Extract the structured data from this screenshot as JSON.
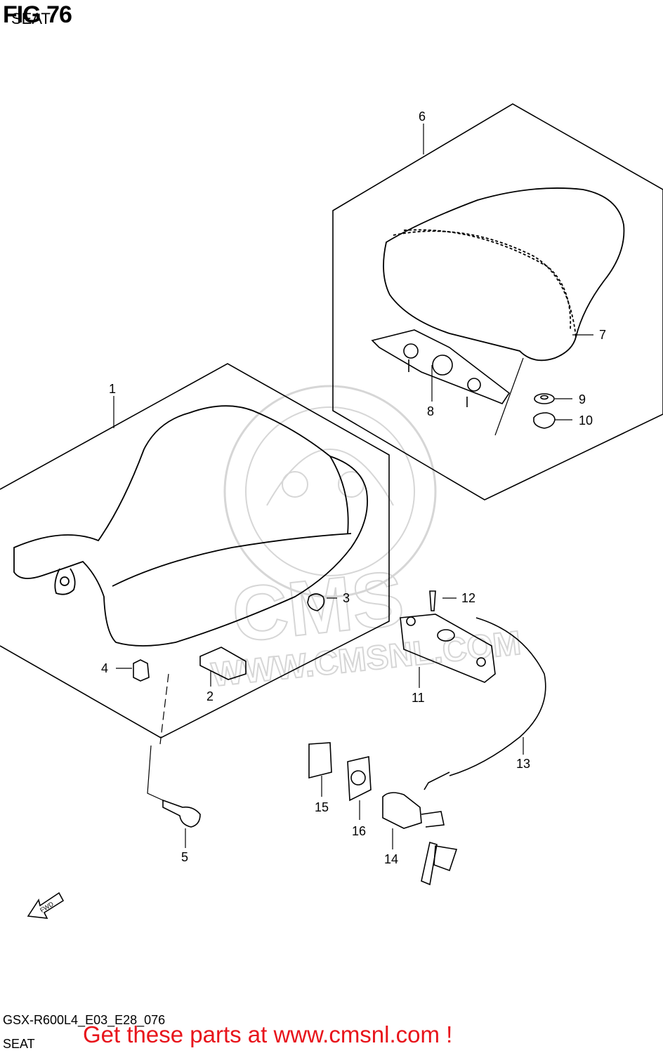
{
  "header": {
    "title": "FIG 76",
    "subtitle": "SEAT"
  },
  "watermark": {
    "brand": "CMS",
    "url": "WWW.CMSNL.COM"
  },
  "callouts": [
    "1",
    "2",
    "3",
    "4",
    "5",
    "6",
    "7",
    "8",
    "9",
    "10",
    "11",
    "12",
    "13",
    "14",
    "15",
    "16"
  ],
  "fwd_label": "FWD",
  "footer": {
    "code": "GSX-R600L4_E03_E28_076",
    "section": "SEAT",
    "promo": "Get these parts at www.cmsnl.com !"
  },
  "colors": {
    "promo": "#e8141b",
    "lines": "#000000",
    "watermark": "#d6d6d6"
  }
}
